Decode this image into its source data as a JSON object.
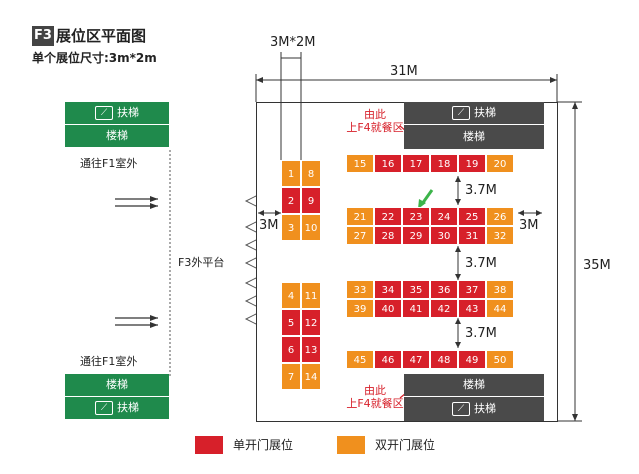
{
  "header": {
    "badge": "F3",
    "title": "展位区平面图",
    "subtitle": "单个展位尺寸:3m*2m"
  },
  "dimensions": {
    "column": "3M*2M",
    "width": "31M",
    "height": "35M",
    "gap_left": "3M",
    "gap_right": "3M",
    "row_gap_1": "3.7M",
    "row_gap_2": "3.7M",
    "row_gap_3": "3.7M"
  },
  "left": {
    "esc_top": "扶梯",
    "stairs_top": "楼梯",
    "exit_top": "通往F1室外",
    "platform": "F3外平台",
    "exit_bottom": "通往F1室外",
    "stairs_bottom": "楼梯",
    "esc_bottom": "扶梯"
  },
  "right": {
    "esc_top": "扶梯",
    "stairs_top": "楼梯",
    "note_top_1": "由此",
    "note_top_2": "上F4就餐区",
    "stairs_bottom": "楼梯",
    "esc_bottom": "扶梯",
    "note_bottom_1": "由此",
    "note_bottom_2": "上F4就餐区"
  },
  "icons": {
    "escalator": "escalator-icon",
    "arrow": "green-arrow-icon"
  },
  "colors": {
    "single": "#d7202a",
    "double": "#f0901e",
    "green": "#1f8a4c",
    "dark": "#4a4a4a"
  },
  "booths": {
    "left_top": [
      {
        "n": "1",
        "t": "double"
      },
      {
        "n": "8",
        "t": "double"
      },
      {
        "n": "2",
        "t": "single"
      },
      {
        "n": "9",
        "t": "single"
      },
      {
        "n": "3",
        "t": "double"
      },
      {
        "n": "10",
        "t": "double"
      }
    ],
    "left_bottom": [
      {
        "n": "4",
        "t": "double"
      },
      {
        "n": "11",
        "t": "double"
      },
      {
        "n": "5",
        "t": "single"
      },
      {
        "n": "12",
        "t": "single"
      },
      {
        "n": "6",
        "t": "single"
      },
      {
        "n": "13",
        "t": "single"
      },
      {
        "n": "7",
        "t": "double"
      },
      {
        "n": "14",
        "t": "double"
      }
    ],
    "row1": [
      {
        "n": "15",
        "t": "double"
      },
      {
        "n": "16",
        "t": "single"
      },
      {
        "n": "17",
        "t": "single"
      },
      {
        "n": "18",
        "t": "single"
      },
      {
        "n": "19",
        "t": "single"
      },
      {
        "n": "20",
        "t": "double"
      }
    ],
    "row2": [
      {
        "n": "21",
        "t": "double"
      },
      {
        "n": "22",
        "t": "single"
      },
      {
        "n": "23",
        "t": "single"
      },
      {
        "n": "24",
        "t": "single"
      },
      {
        "n": "25",
        "t": "single"
      },
      {
        "n": "26",
        "t": "double"
      }
    ],
    "row3": [
      {
        "n": "27",
        "t": "double"
      },
      {
        "n": "28",
        "t": "single"
      },
      {
        "n": "29",
        "t": "single"
      },
      {
        "n": "30",
        "t": "single"
      },
      {
        "n": "31",
        "t": "single"
      },
      {
        "n": "32",
        "t": "double"
      }
    ],
    "row4": [
      {
        "n": "33",
        "t": "double"
      },
      {
        "n": "34",
        "t": "single"
      },
      {
        "n": "35",
        "t": "single"
      },
      {
        "n": "36",
        "t": "single"
      },
      {
        "n": "37",
        "t": "single"
      },
      {
        "n": "38",
        "t": "double"
      }
    ],
    "row5": [
      {
        "n": "39",
        "t": "double"
      },
      {
        "n": "40",
        "t": "single"
      },
      {
        "n": "41",
        "t": "single"
      },
      {
        "n": "42",
        "t": "single"
      },
      {
        "n": "43",
        "t": "single"
      },
      {
        "n": "44",
        "t": "double"
      }
    ],
    "row6": [
      {
        "n": "45",
        "t": "double"
      },
      {
        "n": "46",
        "t": "single"
      },
      {
        "n": "47",
        "t": "single"
      },
      {
        "n": "48",
        "t": "single"
      },
      {
        "n": "49",
        "t": "single"
      },
      {
        "n": "50",
        "t": "double"
      }
    ]
  },
  "legend": {
    "single": "单开门展位",
    "double": "双开门展位"
  }
}
